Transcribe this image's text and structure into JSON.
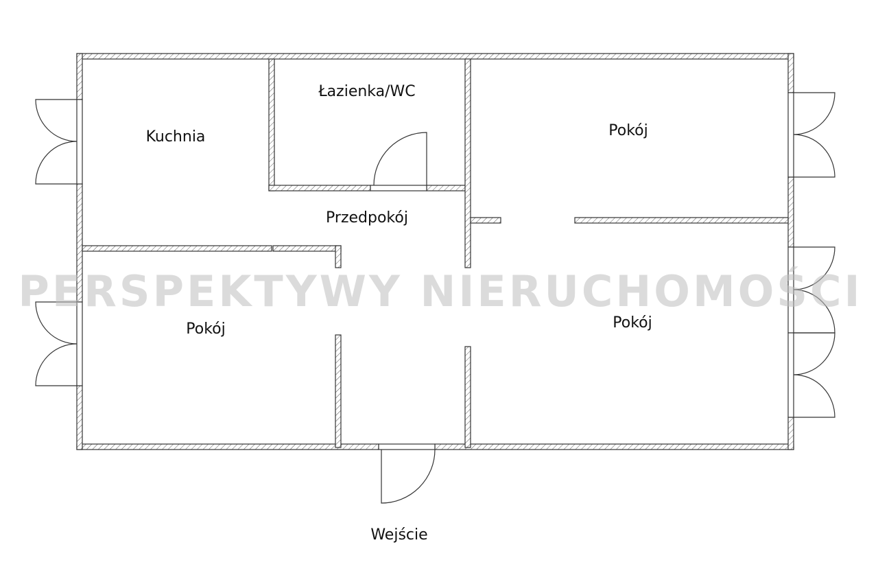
{
  "rooms": {
    "kitchen": "Kuchnia",
    "bathroom": "Łazienka/WC",
    "hallway": "Przedpokój",
    "room_top_right": "Pokój",
    "room_left": "Pokój",
    "room_right": "Pokój"
  },
  "entrance": "Wejście",
  "watermark": "PERSPEKTYWY NIERUCHOMOŚCI",
  "colors": {
    "wall_stroke": "#333333",
    "watermark": "#bdbdbd"
  }
}
